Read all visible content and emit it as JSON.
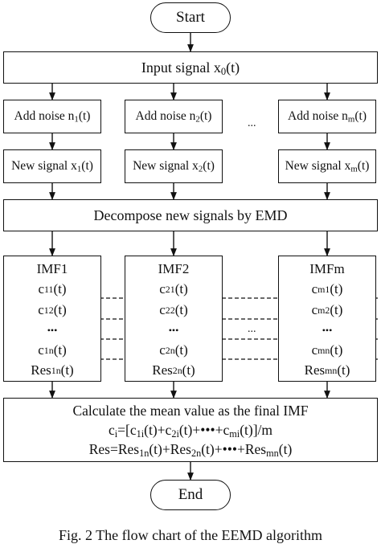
{
  "start": "Start",
  "input": {
    "text": "Input signal x",
    "sub": "0",
    "tail": "(t)"
  },
  "noise": [
    {
      "text": "Add noise n",
      "sub": "1",
      "tail": "(t)"
    },
    {
      "text": "Add noise n",
      "sub": "2",
      "tail": "(t)"
    },
    {
      "text": "Add noise n",
      "sub": "m",
      "tail": "(t)"
    }
  ],
  "newsig": [
    {
      "text": "New signal x",
      "sub": "1",
      "tail": "(t)"
    },
    {
      "text": "New signal x",
      "sub": "2",
      "tail": "(t)"
    },
    {
      "text": "New signal x",
      "sub": "m",
      "tail": "(t)"
    }
  ],
  "ellipsis": "...",
  "decompose": "Decompose new signals by EMD",
  "imf": [
    {
      "title": "IMF1",
      "c1": [
        "c",
        "11",
        "(t)"
      ],
      "c2": [
        "c",
        "12",
        "(t)"
      ],
      "dots": "•••",
      "cn": [
        "c",
        "1n",
        "(t)"
      ],
      "res": [
        "Res",
        "1n",
        "(t)"
      ]
    },
    {
      "title": "IMF2",
      "c1": [
        "c",
        "21",
        "(t)"
      ],
      "c2": [
        "c",
        "22",
        "(t)"
      ],
      "dots": "•••",
      "cn": [
        "c",
        "2n",
        "(t)"
      ],
      "res": [
        "Res",
        "2n",
        "(t)"
      ]
    },
    {
      "title": "IMFm",
      "c1": [
        "c",
        "m1",
        "(t)"
      ],
      "c2": [
        "c",
        "m2",
        "(t)"
      ],
      "dots": "•••",
      "cn": [
        "c",
        "mn",
        "(t)"
      ],
      "res": [
        "Res",
        "mn",
        "(t)"
      ]
    }
  ],
  "mean": {
    "title": "Calculate the mean value as the final IMF",
    "formula1": [
      "c",
      "i",
      "=[c",
      "1i",
      "(t)+c",
      "2i",
      "(t)+•••+c",
      "mi",
      "(t)]/m"
    ],
    "formula2": [
      "Res=Res",
      "1n",
      "(t)+Res",
      "2n",
      "(t)+•••+Res",
      "mn",
      "(t)"
    ]
  },
  "end": "End",
  "caption": "Fig. 2    The flow chart of the EEMD algorithm"
}
